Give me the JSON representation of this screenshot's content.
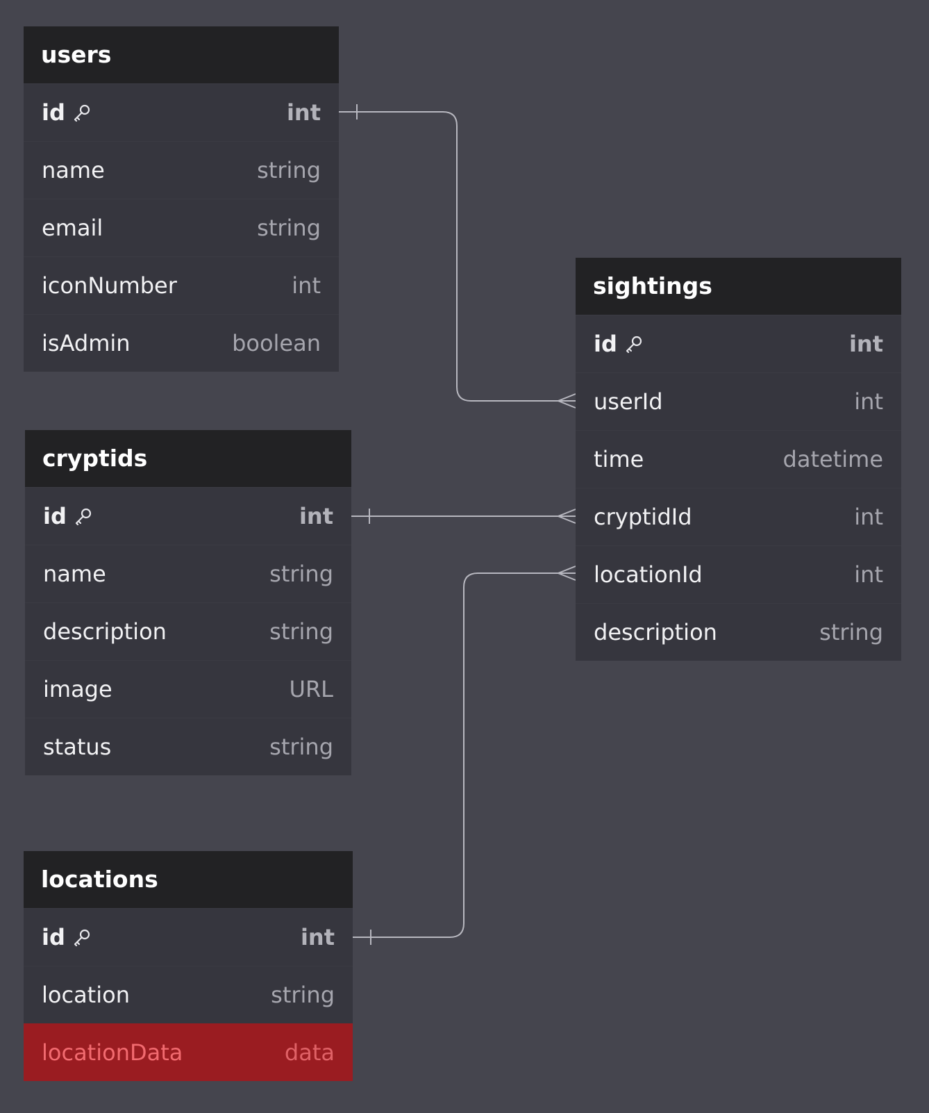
{
  "tables": {
    "users": {
      "title": "users",
      "columns": [
        {
          "name": "id",
          "type": "int",
          "key": true
        },
        {
          "name": "name",
          "type": "string"
        },
        {
          "name": "email",
          "type": "string"
        },
        {
          "name": "iconNumber",
          "type": "int"
        },
        {
          "name": "isAdmin",
          "type": "boolean"
        }
      ]
    },
    "cryptids": {
      "title": "cryptids",
      "columns": [
        {
          "name": "id",
          "type": "int",
          "key": true
        },
        {
          "name": "name",
          "type": "string"
        },
        {
          "name": "description",
          "type": "string"
        },
        {
          "name": "image",
          "type": "URL"
        },
        {
          "name": "status",
          "type": "string"
        }
      ]
    },
    "locations": {
      "title": "locations",
      "columns": [
        {
          "name": "id",
          "type": "int",
          "key": true
        },
        {
          "name": "location",
          "type": "string"
        },
        {
          "name": "locationData",
          "type": "data"
        }
      ]
    },
    "sightings": {
      "title": "sightings",
      "columns": [
        {
          "name": "id",
          "type": "int",
          "key": true
        },
        {
          "name": "userId",
          "type": "int"
        },
        {
          "name": "time",
          "type": "datetime"
        },
        {
          "name": "cryptidId",
          "type": "int"
        },
        {
          "name": "locationId",
          "type": "int"
        },
        {
          "name": "description",
          "type": "string"
        }
      ]
    }
  },
  "relationships": [
    {
      "from": "users.id",
      "to": "sightings.userId",
      "from_end": "one",
      "to_end": "many"
    },
    {
      "from": "cryptids.id",
      "to": "sightings.cryptidId",
      "from_end": "one",
      "to_end": "many"
    },
    {
      "from": "locations.id",
      "to": "sightings.locationId",
      "from_end": "one",
      "to_end": "many"
    }
  ],
  "colors": {
    "canvas": "#45454e",
    "header": "#222224",
    "row": "#36363e",
    "connector": "#b8b8c0",
    "highlight_row": "#9a1c21",
    "highlight_text": "#f26b70"
  },
  "icons": {
    "primary_key": "key-icon"
  }
}
